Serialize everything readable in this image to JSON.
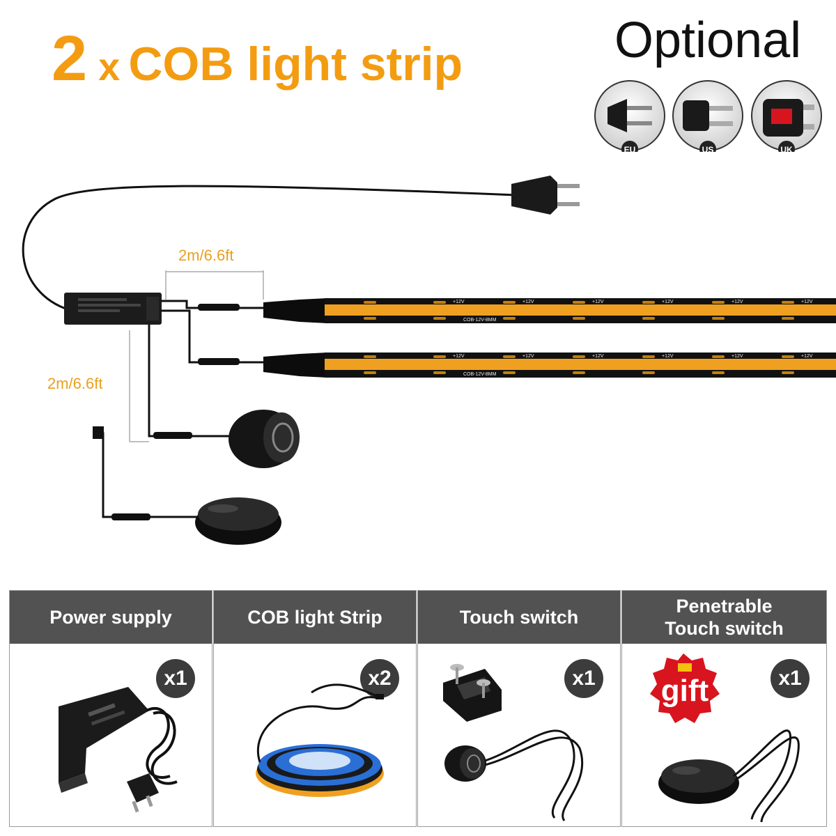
{
  "headline": {
    "count": "2",
    "multiplier": "x",
    "label": "COB light strip"
  },
  "optional": {
    "title": "Optional",
    "plugs": [
      "EU",
      "US",
      "UK"
    ]
  },
  "diagram": {
    "dim_cable_power": "2m/6.6ft",
    "dim_cable_switch": "2m/6.6ft",
    "strip_pad_label": "+12V",
    "strip_model": "COB-12V-8MM"
  },
  "package": [
    {
      "header": "Power supply",
      "qty": "x1",
      "icon": "power-supply-icon"
    },
    {
      "header": "COB light Strip",
      "qty": "x2",
      "icon": "led-strip-reel-icon"
    },
    {
      "header": "Touch switch",
      "qty": "x1",
      "icon": "touch-switch-icon"
    },
    {
      "header": "Penetrable\nTouch switch",
      "qty": "x1",
      "icon": "penetrable-switch-icon",
      "badge": "gift"
    }
  ],
  "colors": {
    "accent": "#f39c12",
    "header_bg": "#525252",
    "strip": "#f0a020",
    "qty_badge": "#3c3c3c",
    "gift_red": "#d8141e"
  }
}
